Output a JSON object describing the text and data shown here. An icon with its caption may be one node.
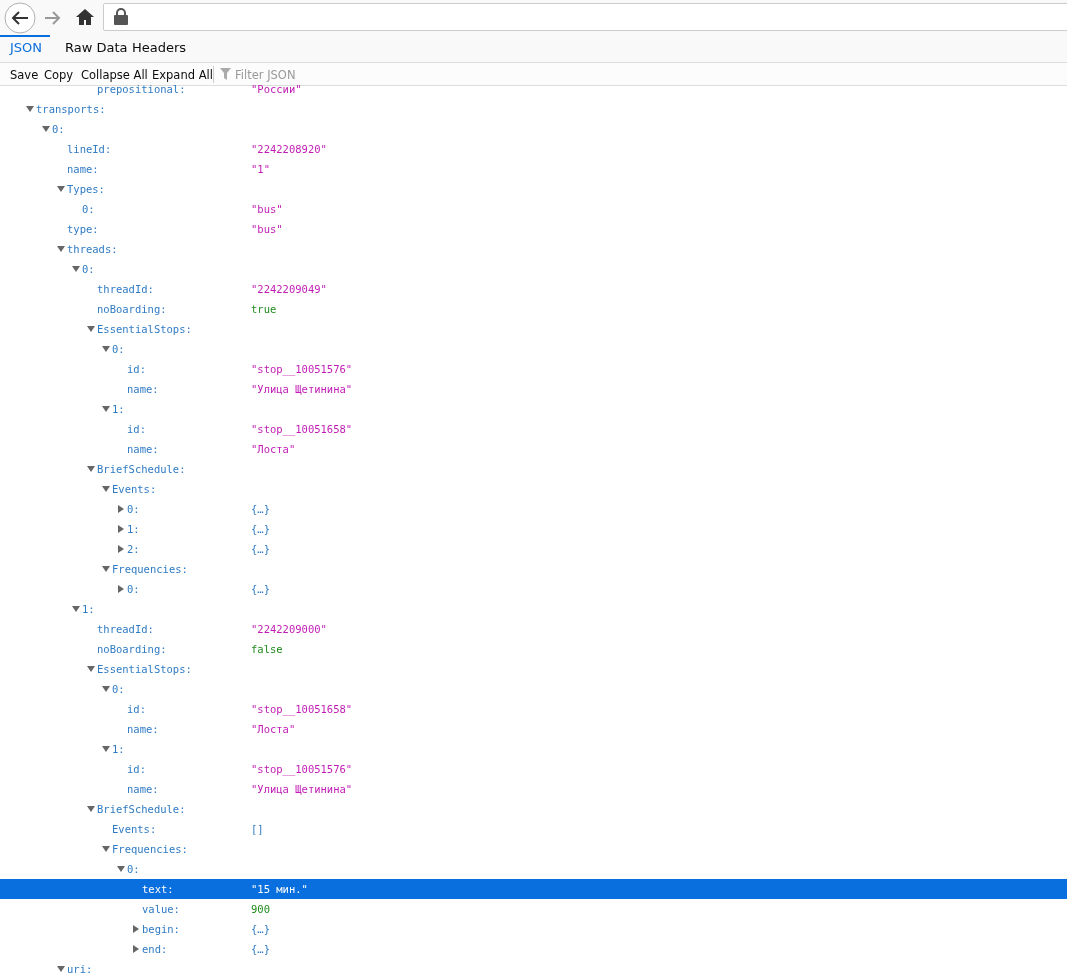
{
  "diagram": {
    "labels": [
      "JSON",
      "Raw Data",
      "Headers",
      "Save",
      "Copy",
      "Collapse All",
      "Expand All",
      "Filter JSON",
      "prepositional:",
      "\"России\"",
      "transports:",
      "0:",
      "lineId:",
      "\"2242208920\"",
      "name:",
      "\"1\"",
      "Types:",
      "0:",
      "\"bus\"",
      "type:",
      "\"bus\"",
      "threads:",
      "0:",
      "threadId:",
      "\"2242209049\"",
      "noBoarding:",
      "true",
      "EssentialStops:",
      "0:",
      "id:",
      "\"stop__10051576\"",
      "name:",
      "\"Улица Щетинина\"",
      "1:",
      "id:",
      "\"stop__10051658\"",
      "name:",
      "\"Лоста\"",
      "BriefSchedule:",
      "Events:",
      "0:",
      "{…}",
      "1:",
      "{…}",
      "2:",
      "{…}",
      "Frequencies:",
      "0:",
      "{…}",
      "1:",
      "threadId:",
      "\"2242209000\"",
      "noBoarding:",
      "false",
      "EssentialStops:",
      "0:",
      "id:",
      "\"stop__10051658\"",
      "name:",
      "\"Лоста\"",
      "1:",
      "id:",
      "\"stop__10051576\"",
      "name:",
      "\"Улица Щетинина\"",
      "BriefSchedule:",
      "Events:",
      "[]",
      "Frequencies:",
      "0:",
      "text:",
      "\"15 мин.\"",
      "value:",
      "900",
      "begin:",
      "{…}",
      "end:",
      "{…}",
      "uri:"
    ]
  }
}
